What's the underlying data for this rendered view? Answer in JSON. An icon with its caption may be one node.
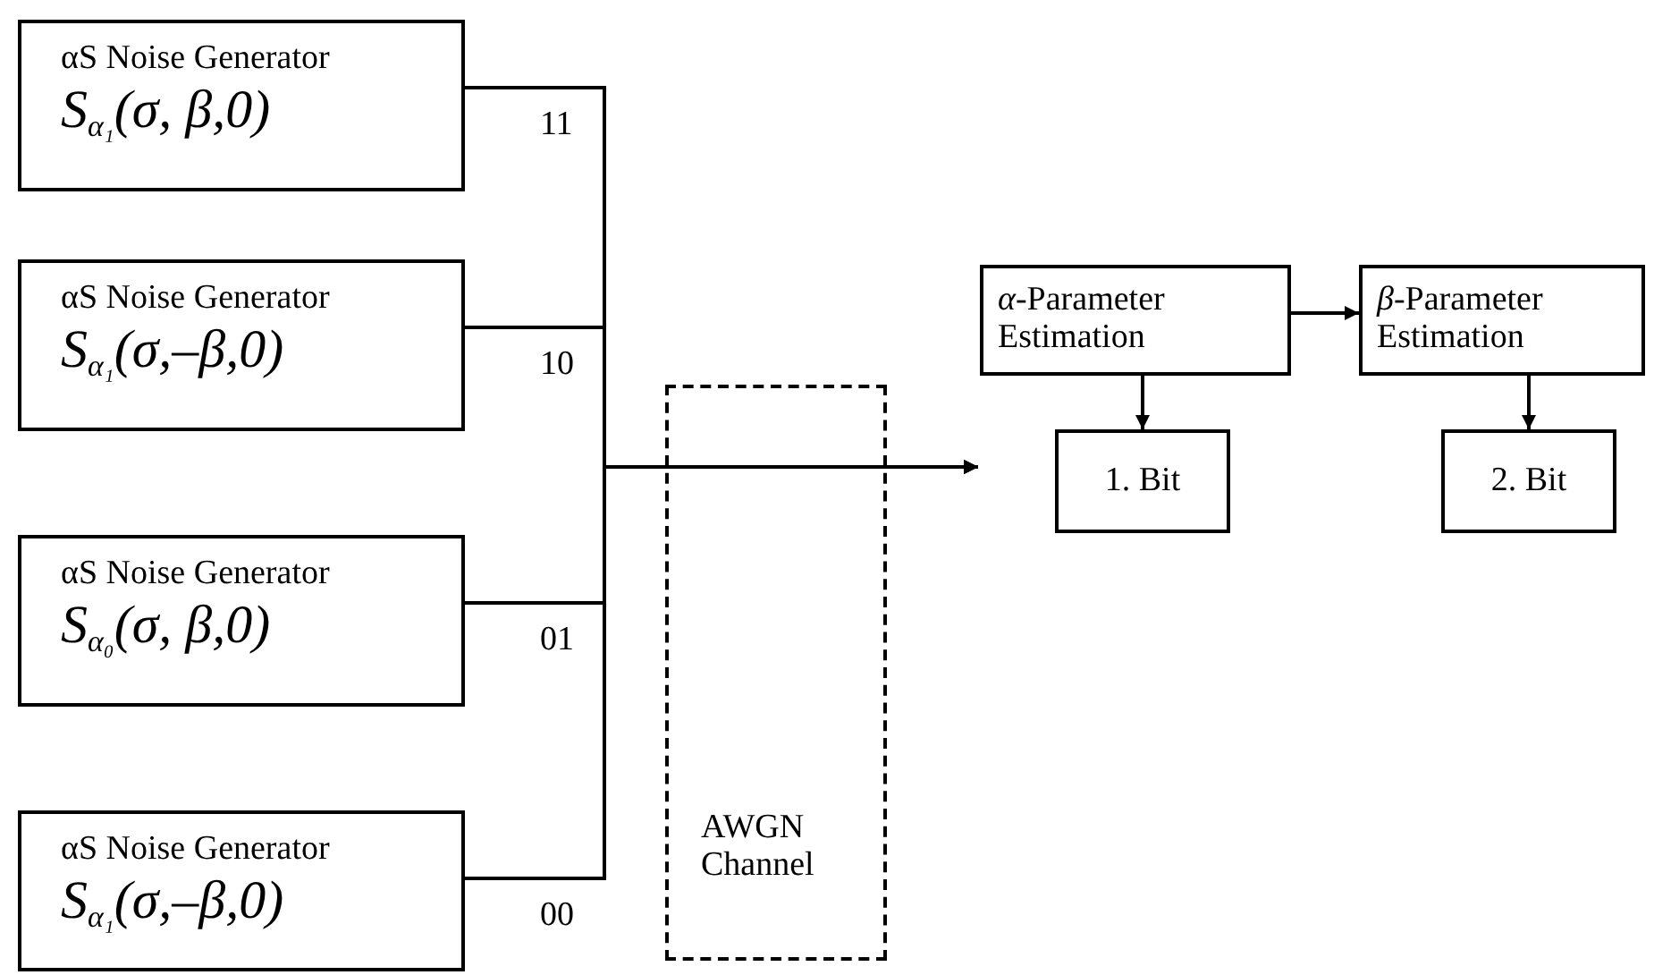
{
  "diagram": {
    "nodes": [
      {
        "text": [
          "αS Noise Generator",
          "S$_{α₁}$(σ, β,0)"
        ]
      },
      {
        "text": [
          "αS Noise Generator",
          "S$_{α₁}$(σ,–β,0)"
        ]
      },
      {
        "text": [
          "αS Noise Generator",
          "S$_{α₀}$(σ, β,0)"
        ]
      },
      {
        "text": [
          "αS Noise Generator",
          "S$_{α₁}$(σ,–β,0)"
        ]
      },
      {
        "text": [
          "AWGN Channel"
        ]
      },
      {
        "text": [
          "*α*-Parameter Estimation"
        ]
      },
      {
        "text": [
          "*β*-Parameter Estimation"
        ]
      },
      {
        "text": [
          "1. Bit"
        ]
      },
      {
        "text": [
          "2. Bit"
        ]
      }
    ],
    "edges": [
      {
        "from": 0,
        "to": null,
        "arrow": "to",
        "label": "11"
      },
      {
        "from": 1,
        "to": null,
        "arrow": "to",
        "label": "10"
      },
      {
        "from": 2,
        "to": null,
        "arrow": "to",
        "label": "01"
      },
      {
        "from": 3,
        "to": null,
        "arrow": "to",
        "label": "00"
      },
      {
        "from": 5,
        "to": 6,
        "arrow": "to"
      },
      {
        "from": 5,
        "to": 7,
        "arrow": "to"
      },
      {
        "from": 6,
        "to": 8,
        "arrow": "to"
      }
    ]
  }
}
